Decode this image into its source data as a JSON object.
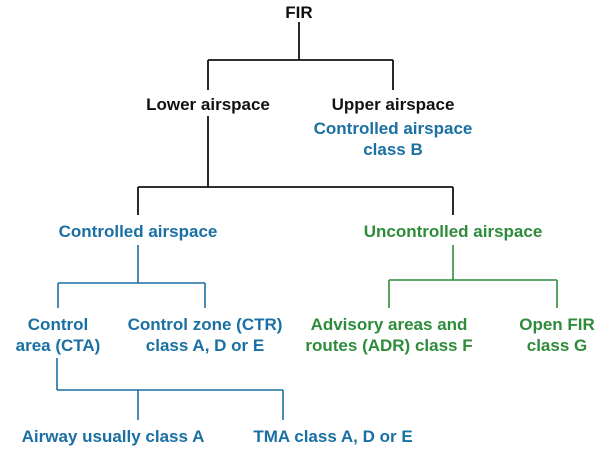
{
  "colors": {
    "black": "#111111",
    "blue": "#1a6fa3",
    "green": "#2e8b3a"
  },
  "nodes": {
    "fir": "FIR",
    "lower_airspace": "Lower airspace",
    "upper_airspace": "Upper airspace",
    "upper_controlled_line1": "Controlled airspace",
    "upper_controlled_line2": "class B",
    "controlled_airspace": "Controlled airspace",
    "uncontrolled_airspace": "Uncontrolled airspace",
    "control_area_line1": "Control",
    "control_area_line2": "area (CTA)",
    "control_zone_line1": "Control zone (CTR)",
    "control_zone_line2": "class A, D or E",
    "advisory_line1": "Advisory areas and",
    "advisory_line2": "routes (ADR) class F",
    "open_fir_line1": "Open FIR",
    "open_fir_line2": "class G",
    "airway": "Airway usually class A",
    "tma": "TMA class A, D or E"
  }
}
